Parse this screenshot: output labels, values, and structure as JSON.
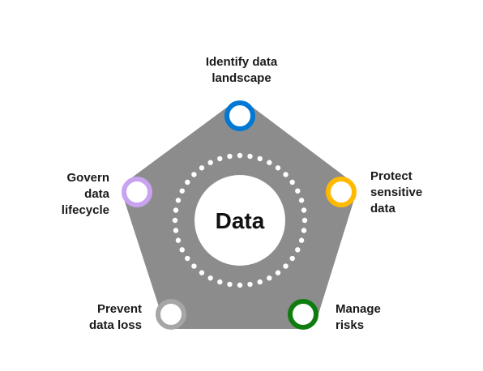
{
  "center": {
    "label": "Data"
  },
  "nodes": [
    {
      "id": "top",
      "lines": [
        "Identify data",
        "landscape"
      ],
      "color": "#0078D4",
      "icon": "ring-icon"
    },
    {
      "id": "right",
      "lines": [
        "Protect",
        "sensitive",
        "data"
      ],
      "color": "#FFB900",
      "icon": "ring-icon"
    },
    {
      "id": "bottom-right",
      "lines": [
        "Manage",
        "risks"
      ],
      "color": "#107C10",
      "icon": "ring-icon"
    },
    {
      "id": "bottom-left",
      "lines": [
        "Prevent",
        "data loss"
      ],
      "color": "#A6A6A6",
      "icon": "ring-icon"
    },
    {
      "id": "left",
      "lines": [
        "Govern",
        "data",
        "lifecycle"
      ],
      "color": "#C9A3F0",
      "icon": "ring-icon"
    }
  ],
  "colors": {
    "pentagon": "#8C8C8C",
    "dots": "#FFFFFF",
    "center_fill": "#FFFFFF"
  }
}
